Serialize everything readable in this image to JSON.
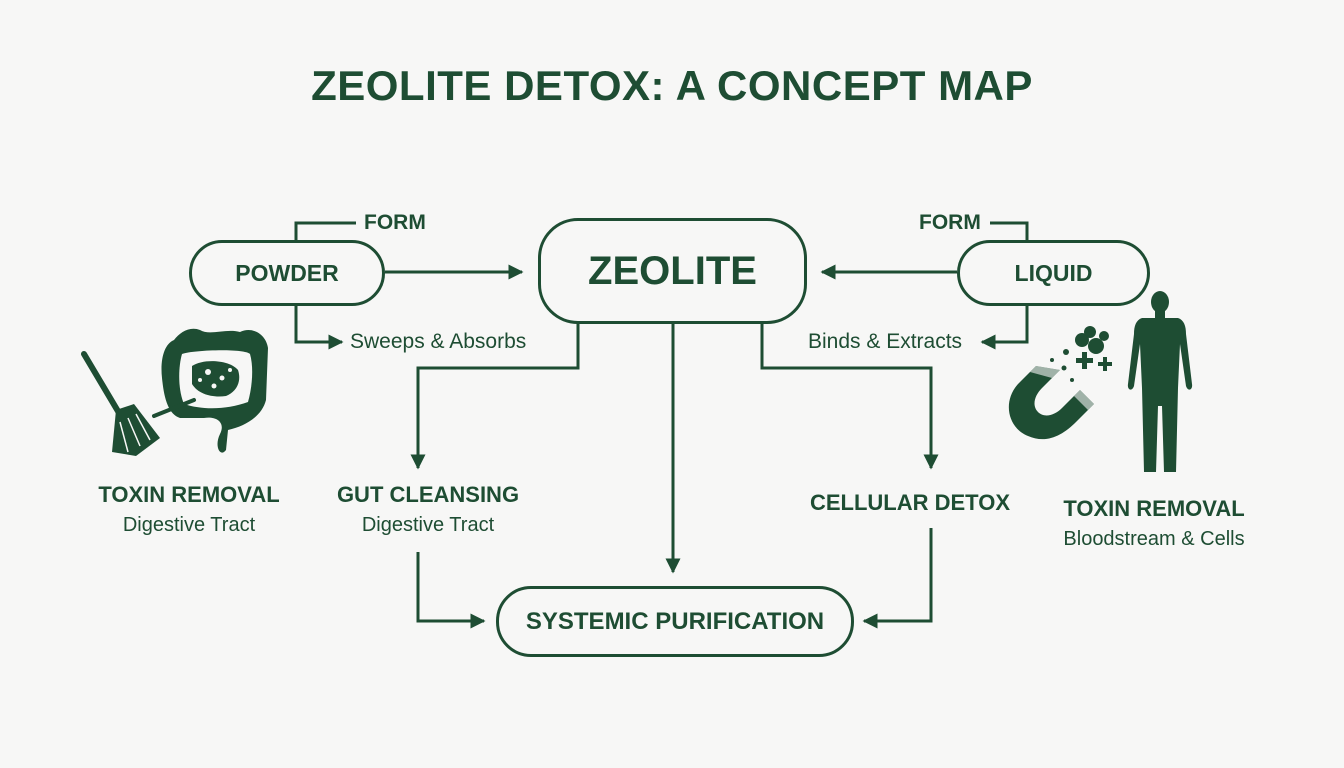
{
  "title": "ZEOLITE DETOX: A CONCEPT MAP",
  "nodes": {
    "zeolite": "ZEOLITE",
    "powder": "POWDER",
    "liquid": "LIQUID",
    "systemic": "SYSTEMIC PURIFICATION"
  },
  "edge_labels": {
    "form_left": "FORM",
    "form_right": "FORM",
    "sweeps": "Sweeps & Absorbs",
    "binds": "Binds & Extracts"
  },
  "outcomes": {
    "gut": {
      "title": "GUT CLEANSING",
      "subtitle": "Digestive Tract"
    },
    "cellular": {
      "title": "CELLULAR DETOX"
    }
  },
  "illustrations": {
    "left": {
      "title": "TOXIN REMOVAL",
      "subtitle": "Digestive Tract",
      "icons": [
        "broom-icon",
        "intestine-icon"
      ]
    },
    "right": {
      "title": "TOXIN REMOVAL",
      "subtitle": "Bloodstream & Cells",
      "icons": [
        "magnet-icon",
        "human-body-icon"
      ]
    }
  },
  "colors": {
    "primary": "#1e4d33",
    "background": "#f7f7f6"
  }
}
